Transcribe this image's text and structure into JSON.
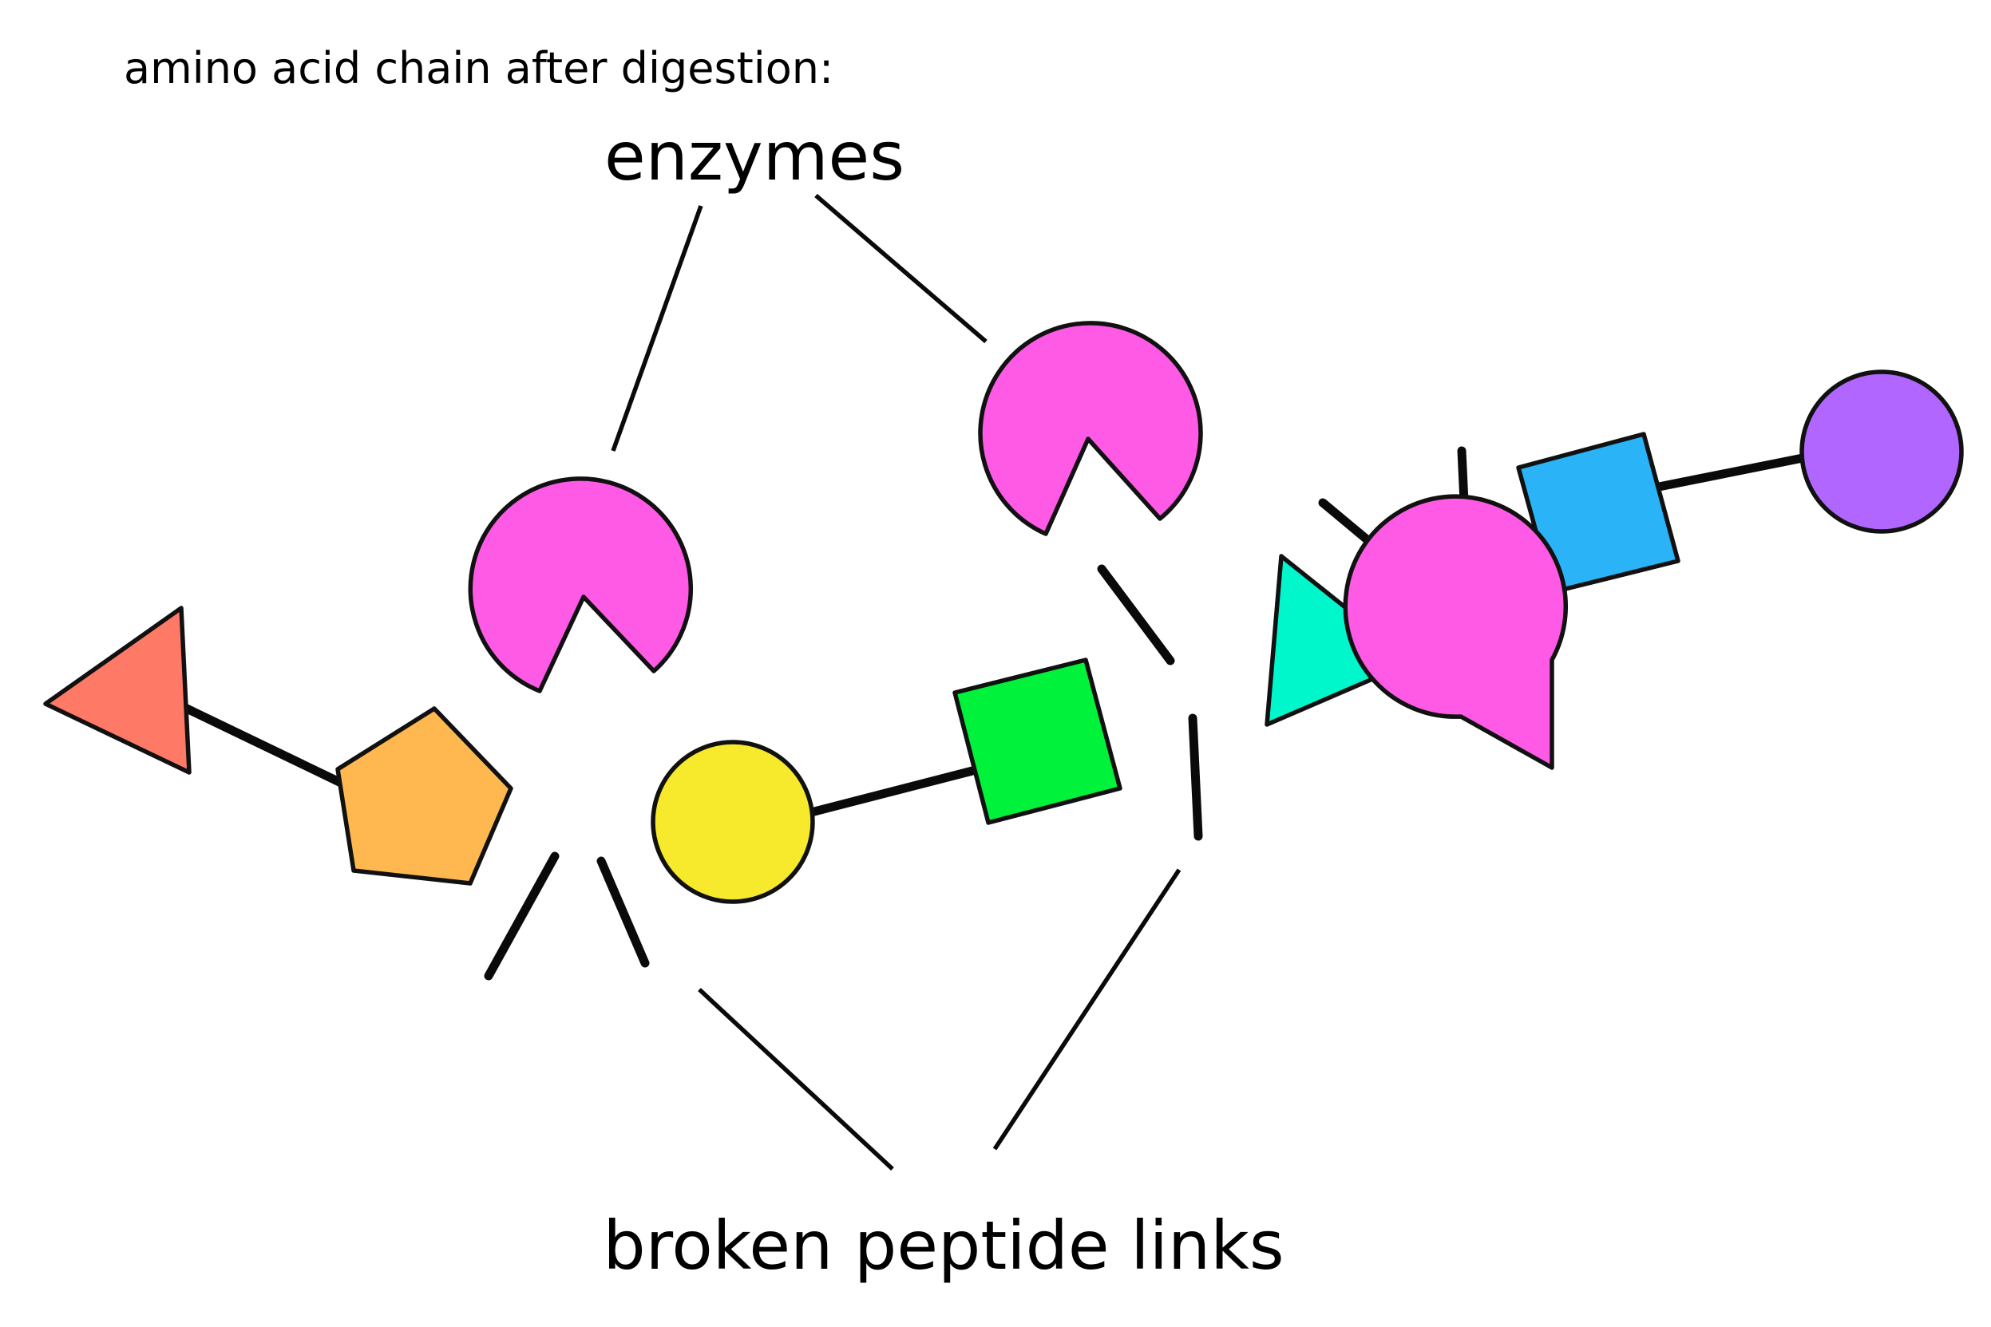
{
  "title": "amino acid chain after digestion:",
  "labels": {
    "enzymes": "enzymes",
    "broken_links": "broken peptide links"
  },
  "colors": {
    "enzyme": "#ff5ae6",
    "triangle_red": "#ff7a66",
    "pentagon_orange": "#ffb84f",
    "circle_yellow": "#f7e92c",
    "square_green": "#00f23b",
    "triangle_teal": "#00f7cc",
    "square_blue": "#2ab3f7",
    "circle_purple": "#b167ff",
    "outline": "#111111"
  },
  "amino_acids": [
    {
      "shape": "triangle",
      "color": "red"
    },
    {
      "shape": "pentagon",
      "color": "orange"
    },
    {
      "shape": "circle",
      "color": "yellow"
    },
    {
      "shape": "square",
      "color": "green"
    },
    {
      "shape": "triangle",
      "color": "teal"
    },
    {
      "shape": "square",
      "color": "blue"
    },
    {
      "shape": "circle",
      "color": "purple"
    }
  ],
  "enzyme_count": 3
}
